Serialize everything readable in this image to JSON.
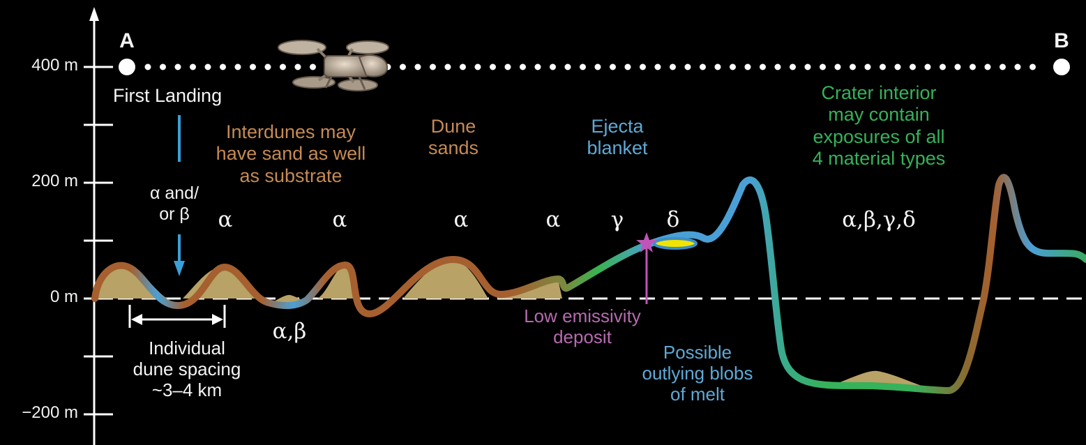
{
  "axis": {
    "ticks": [
      "400 m",
      "200 m",
      "0 m",
      "−200 m"
    ]
  },
  "points": {
    "start": "A",
    "end": "B"
  },
  "labels": {
    "first_landing": "First Landing",
    "interdunes": [
      "Interdunes may",
      "have sand as well",
      "as substrate"
    ],
    "dune_sands": [
      "Dune",
      "sands"
    ],
    "ejecta": [
      "Ejecta",
      "blanket"
    ],
    "crater_interior": [
      "Crater interior",
      "may contain",
      "exposures of all",
      "4 material types"
    ],
    "alpha_beta_and": [
      "α and/",
      "or β"
    ],
    "dune_spacing": [
      "Individual",
      "dune spacing",
      "~3–4 km"
    ],
    "low_emissivity": [
      "Low emissivity",
      "deposit"
    ],
    "melt_blobs": [
      "Possible",
      "outlying blobs",
      "of melt"
    ]
  },
  "materials": {
    "alpha_1": "α",
    "alpha_2": "α",
    "alpha_3": "α",
    "alpha_4": "α",
    "gamma": "γ",
    "delta": "δ",
    "alpha_beta": "α,β",
    "crater_all": "α,β,γ,δ"
  },
  "icons": {
    "lander": "dragonfly-lander-icon",
    "star": "low-emissivity-star-icon"
  },
  "colors": {
    "background": "#000000",
    "sand_fill": "#b8a266",
    "dune_brown": "#a5602f",
    "ejecta_blue": "#4a9fd4",
    "crater_green": "#35b25a",
    "star_pink": "#c054b8",
    "melt_yellow": "#f2e400"
  }
}
